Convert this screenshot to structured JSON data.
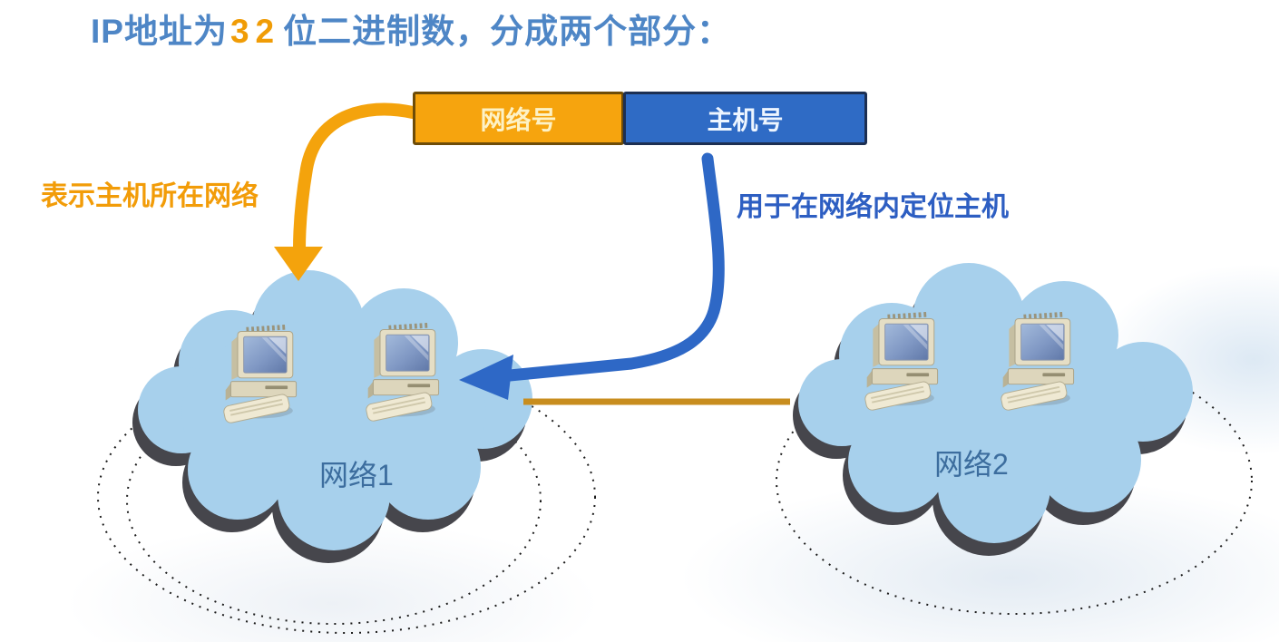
{
  "title": {
    "prefix": "IP地址为",
    "highlight": "32",
    "suffix": "位二进制数，分成两个部分："
  },
  "ip_structure": {
    "network_field_label": "网络号",
    "host_field_label": "主机号"
  },
  "annotations": {
    "network_caption": "表示主机所在网络",
    "host_caption": "用于在网络内定位主机"
  },
  "clouds": [
    {
      "label": "网络1",
      "computer_count": 2
    },
    {
      "label": "网络2",
      "computer_count": 2
    }
  ],
  "colors": {
    "title_blue": "#4e86c6",
    "orange": "#f4a30c",
    "blue": "#2e68c6",
    "gold_link": "#c88d1e",
    "cloud_fill": "#a7d0ec",
    "cloud_shadow": "#46464c",
    "cloud_label_blue": "#3c6d9e"
  }
}
